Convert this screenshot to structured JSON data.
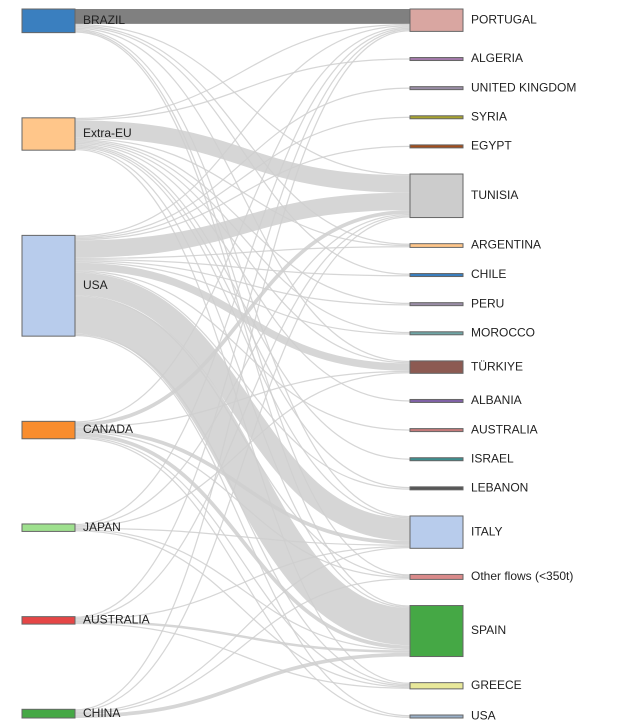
{
  "sources": [
    {
      "id": "brazil",
      "label": "BRAZIL",
      "color": "#3a7fbf"
    },
    {
      "id": "extra_eu",
      "label": "Extra-EU",
      "color": "#ffc68a"
    },
    {
      "id": "usa",
      "label": "USA",
      "color": "#b8ccec"
    },
    {
      "id": "canada",
      "label": "CANADA",
      "color": "#f98d2e"
    },
    {
      "id": "japan",
      "label": "JAPAN",
      "color": "#9ee08e"
    },
    {
      "id": "australia",
      "label": "AUSTRALIA",
      "color": "#e54646"
    },
    {
      "id": "china",
      "label": "CHINA",
      "color": "#45a845"
    }
  ],
  "targets": [
    {
      "id": "portugal",
      "label": "PORTUGAL",
      "color": "#d9a6a1"
    },
    {
      "id": "algeria",
      "label": "ALGERIA",
      "color": "#a37aaa"
    },
    {
      "id": "uk",
      "label": "UNITED KINGDOM",
      "color": "#9a8da6"
    },
    {
      "id": "syria",
      "label": "SYRIA",
      "color": "#a7a32f"
    },
    {
      "id": "egypt",
      "label": "EGYPT",
      "color": "#a34e1c"
    },
    {
      "id": "tunisia",
      "label": "TUNISIA",
      "color": "#cccccc"
    },
    {
      "id": "argentina",
      "label": "ARGENTINA",
      "color": "#ffc68a"
    },
    {
      "id": "chile",
      "label": "CHILE",
      "color": "#3a7fbf"
    },
    {
      "id": "peru",
      "label": "PERU",
      "color": "#9a8da6"
    },
    {
      "id": "morocco",
      "label": "MOROCCO",
      "color": "#6fa5a5"
    },
    {
      "id": "turkiye",
      "label": "TÜRKIYE",
      "color": "#8c5a52"
    },
    {
      "id": "albania",
      "label": "ALBANIA",
      "color": "#8062a6"
    },
    {
      "id": "australia_t",
      "label": "AUSTRALIA",
      "color": "#c47a7a"
    },
    {
      "id": "israel",
      "label": "ISRAEL",
      "color": "#3e8f8f"
    },
    {
      "id": "lebanon",
      "label": "LEBANON",
      "color": "#555555"
    },
    {
      "id": "italy",
      "label": "ITALY",
      "color": "#b8ccec"
    },
    {
      "id": "other",
      "label": "Other flows (<350t)",
      "color": "#d98a8a"
    },
    {
      "id": "spain",
      "label": "SPAIN",
      "color": "#45a845"
    },
    {
      "id": "greece",
      "label": "GREECE",
      "color": "#e8e89a"
    },
    {
      "id": "usa_t",
      "label": "USA",
      "color": "#9ab0c8"
    }
  ],
  "flows": [
    {
      "source": "brazil",
      "target": "portugal",
      "value": 12,
      "color": "#808080"
    },
    {
      "source": "brazil",
      "target": "tunisia",
      "value": 1
    },
    {
      "source": "brazil",
      "target": "argentina",
      "value": 1
    },
    {
      "source": "brazil",
      "target": "chile",
      "value": 1
    },
    {
      "source": "brazil",
      "target": "turkiye",
      "value": 1
    },
    {
      "source": "brazil",
      "target": "italy",
      "value": 1
    },
    {
      "source": "brazil",
      "target": "other",
      "value": 1
    },
    {
      "source": "brazil",
      "target": "spain",
      "value": 1
    },
    {
      "source": "extra_eu",
      "target": "tunisia",
      "value": 14
    },
    {
      "source": "extra_eu",
      "target": "portugal",
      "value": 1
    },
    {
      "source": "extra_eu",
      "target": "algeria",
      "value": 1
    },
    {
      "source": "extra_eu",
      "target": "argentina",
      "value": 1
    },
    {
      "source": "extra_eu",
      "target": "peru",
      "value": 1
    },
    {
      "source": "extra_eu",
      "target": "morocco",
      "value": 1
    },
    {
      "source": "extra_eu",
      "target": "turkiye",
      "value": 1
    },
    {
      "source": "extra_eu",
      "target": "albania",
      "value": 1
    },
    {
      "source": "extra_eu",
      "target": "israel",
      "value": 1
    },
    {
      "source": "extra_eu",
      "target": "lebanon",
      "value": 1
    },
    {
      "source": "extra_eu",
      "target": "italy",
      "value": 1
    },
    {
      "source": "extra_eu",
      "target": "spain",
      "value": 1
    },
    {
      "source": "extra_eu",
      "target": "greece",
      "value": 1
    },
    {
      "source": "usa",
      "target": "tunisia",
      "value": 14
    },
    {
      "source": "usa",
      "target": "italy",
      "value": 18
    },
    {
      "source": "usa",
      "target": "spain",
      "value": 30
    },
    {
      "source": "usa",
      "target": "turkiye",
      "value": 6
    },
    {
      "source": "usa",
      "target": "portugal",
      "value": 1
    },
    {
      "source": "usa",
      "target": "uk",
      "value": 1
    },
    {
      "source": "usa",
      "target": "syria",
      "value": 1
    },
    {
      "source": "usa",
      "target": "egypt",
      "value": 1
    },
    {
      "source": "usa",
      "target": "argentina",
      "value": 1
    },
    {
      "source": "usa",
      "target": "chile",
      "value": 1
    },
    {
      "source": "usa",
      "target": "peru",
      "value": 1
    },
    {
      "source": "usa",
      "target": "morocco",
      "value": 1
    },
    {
      "source": "usa",
      "target": "australia_t",
      "value": 1
    },
    {
      "source": "usa",
      "target": "lebanon",
      "value": 1
    },
    {
      "source": "usa",
      "target": "other",
      "value": 1
    },
    {
      "source": "usa",
      "target": "greece",
      "value": 1
    },
    {
      "source": "usa",
      "target": "usa_t",
      "value": 1
    },
    {
      "source": "canada",
      "target": "tunisia",
      "value": 3
    },
    {
      "source": "canada",
      "target": "italy",
      "value": 3
    },
    {
      "source": "canada",
      "target": "spain",
      "value": 3
    },
    {
      "source": "canada",
      "target": "turkiye",
      "value": 1
    },
    {
      "source": "canada",
      "target": "portugal",
      "value": 1
    },
    {
      "source": "canada",
      "target": "other",
      "value": 1
    },
    {
      "source": "canada",
      "target": "greece",
      "value": 1
    },
    {
      "source": "canada",
      "target": "usa_t",
      "value": 1
    },
    {
      "source": "japan",
      "target": "tunisia",
      "value": 1
    },
    {
      "source": "japan",
      "target": "italy",
      "value": 1
    },
    {
      "source": "japan",
      "target": "spain",
      "value": 1
    },
    {
      "source": "japan",
      "target": "turkiye",
      "value": 1
    },
    {
      "source": "japan",
      "target": "portugal",
      "value": 1
    },
    {
      "source": "japan",
      "target": "greece",
      "value": 1
    },
    {
      "source": "australia",
      "target": "spain",
      "value": 2
    },
    {
      "source": "australia",
      "target": "italy",
      "value": 1
    },
    {
      "source": "australia",
      "target": "tunisia",
      "value": 1
    },
    {
      "source": "australia",
      "target": "portugal",
      "value": 1
    },
    {
      "source": "australia",
      "target": "greece",
      "value": 1
    },
    {
      "source": "china",
      "target": "spain",
      "value": 3
    },
    {
      "source": "china",
      "target": "italy",
      "value": 1
    },
    {
      "source": "china",
      "target": "tunisia",
      "value": 1
    },
    {
      "source": "china",
      "target": "portugal",
      "value": 1
    },
    {
      "source": "china",
      "target": "other",
      "value": 1
    }
  ]
}
